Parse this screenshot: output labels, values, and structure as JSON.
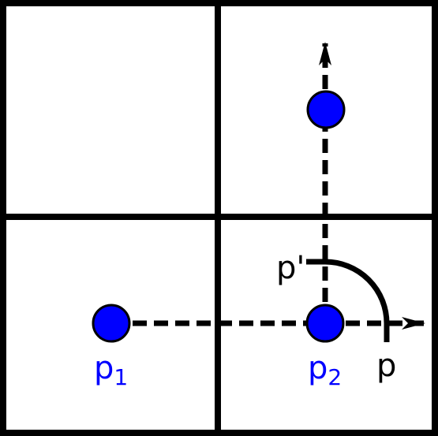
{
  "colors": {
    "background": "#ffffff",
    "stroke": "#000000",
    "point_fill": "#0000ff",
    "point_label": "#0000ff",
    "black_label": "#000000"
  },
  "labels": {
    "p1": {
      "base": "p",
      "sub": "1"
    },
    "p2": {
      "base": "p",
      "sub": "2"
    },
    "p": "p",
    "p_prime": "p'"
  }
}
